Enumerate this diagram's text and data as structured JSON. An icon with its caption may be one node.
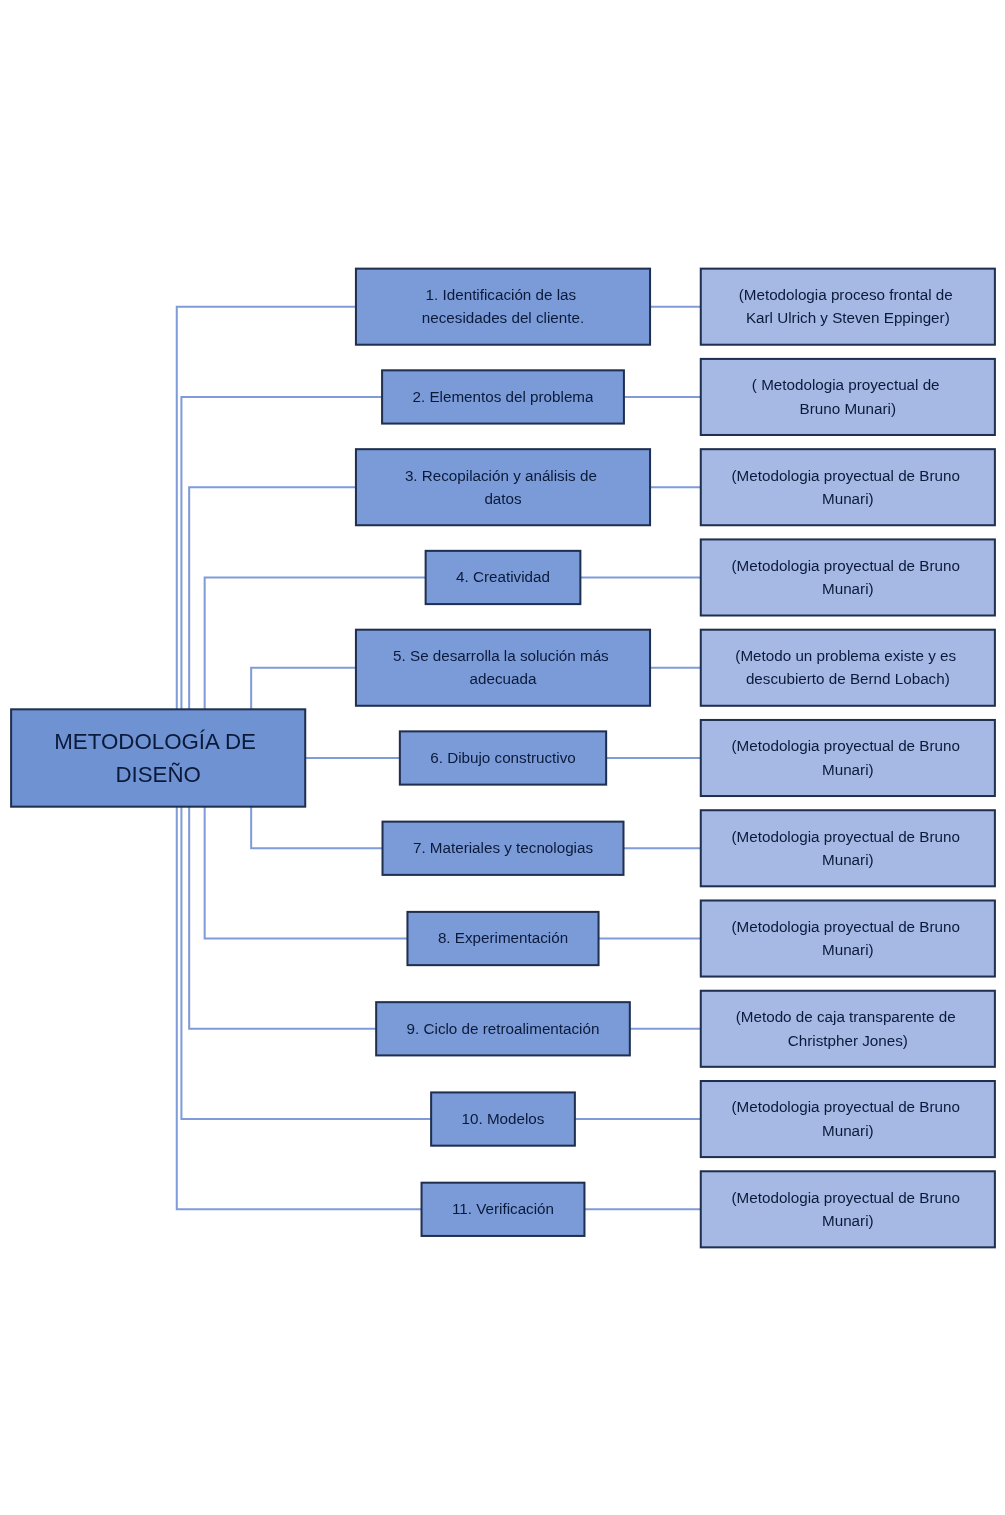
{
  "diagram": {
    "nodes": [
      {
        "text": [
          "METODOLOGÍA DE DISEÑO"
        ]
      },
      {
        "text": [
          "1. Identificación de las necesidades del cliente."
        ]
      },
      {
        "text": [
          "(Metodologia proceso frontal de Karl Ulrich y Steven Eppinger)"
        ]
      },
      {
        "text": [
          "2. Elementos del problema"
        ]
      },
      {
        "text": [
          "( Metodologia proyectual de Bruno Munari)"
        ]
      },
      {
        "text": [
          "3. Recopilación y análisis de datos"
        ]
      },
      {
        "text": [
          "(Metodologia proyectual de Bruno Munari)"
        ]
      },
      {
        "text": [
          "4. Creatividad"
        ]
      },
      {
        "text": [
          "(Metodologia proyectual de Bruno Munari)"
        ]
      },
      {
        "text": [
          "5. Se desarrolla la solución más adecuada"
        ]
      },
      {
        "text": [
          "(Metodo un problema existe y es descubierto de Bernd Lobach)"
        ]
      },
      {
        "text": [
          "6. Dibujo constructivo"
        ]
      },
      {
        "text": [
          "(Metodologia proyectual de Bruno Munari)"
        ]
      },
      {
        "text": [
          "7. Materiales y tecnologias"
        ]
      },
      {
        "text": [
          "(Metodologia proyectual de Bruno Munari)"
        ]
      },
      {
        "text": [
          "8. Experimentación"
        ]
      },
      {
        "text": [
          "(Metodologia proyectual de Bruno Munari)"
        ]
      },
      {
        "text": [
          "9. Ciclo de retroalimentación"
        ]
      },
      {
        "text": [
          "(Metodo de caja transparente de Christpher Jones)"
        ]
      },
      {
        "text": [
          "10. Modelos"
        ]
      },
      {
        "text": [
          "(Metodologia proyectual de Bruno Munari)"
        ]
      },
      {
        "text": [
          "11. Verificación"
        ]
      },
      {
        "text": [
          "(Metodologia proyectual de Bruno Munari)"
        ]
      }
    ],
    "edges": [
      {
        "from": 0,
        "to": 1,
        "arrow": "none"
      },
      {
        "from": 1,
        "to": 2,
        "arrow": "none"
      },
      {
        "from": 0,
        "to": 3,
        "arrow": "none"
      },
      {
        "from": 3,
        "to": 4,
        "arrow": "none"
      },
      {
        "from": 0,
        "to": 5,
        "arrow": "none"
      },
      {
        "from": 5,
        "to": 6,
        "arrow": "none"
      },
      {
        "from": 0,
        "to": 7,
        "arrow": "none"
      },
      {
        "from": 7,
        "to": 8,
        "arrow": "none"
      },
      {
        "from": 0,
        "to": 9,
        "arrow": "none"
      },
      {
        "from": 9,
        "to": 10,
        "arrow": "none"
      },
      {
        "from": 0,
        "to": 11,
        "arrow": "none"
      },
      {
        "from": 11,
        "to": 12,
        "arrow": "none"
      },
      {
        "from": 0,
        "to": 13,
        "arrow": "none"
      },
      {
        "from": 13,
        "to": 14,
        "arrow": "none"
      },
      {
        "from": 0,
        "to": 15,
        "arrow": "none"
      },
      {
        "from": 15,
        "to": 16,
        "arrow": "none"
      },
      {
        "from": 0,
        "to": 17,
        "arrow": "none"
      },
      {
        "from": 17,
        "to": 18,
        "arrow": "none"
      },
      {
        "from": 0,
        "to": 19,
        "arrow": "none"
      },
      {
        "from": 19,
        "to": 20,
        "arrow": "none"
      },
      {
        "from": 0,
        "to": 21,
        "arrow": "none"
      },
      {
        "from": 21,
        "to": 22,
        "arrow": "none"
      }
    ]
  }
}
